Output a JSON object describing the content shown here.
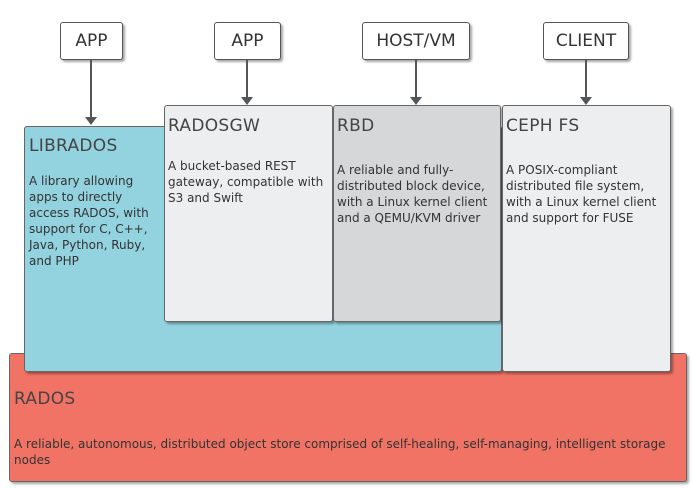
{
  "top_boxes": {
    "app1": "APP",
    "app2": "APP",
    "host": "HOST/VM",
    "client": "CLIENT"
  },
  "librados": {
    "title": "LIBRADOS",
    "desc": "A library allowing apps to directly access RADOS, with support for C, C++, Java, Python, Ruby, and PHP"
  },
  "radosgw": {
    "title": "RADOSGW",
    "desc": "A bucket-based REST gateway, compatible with S3 and Swift"
  },
  "rbd": {
    "title": "RBD",
    "desc": "A reliable and fully-distributed block device, with a Linux kernel client and a QEMU/KVM driver"
  },
  "cephfs": {
    "title": "CEPH FS",
    "desc": "A POSIX-compliant distributed file system, with a Linux kernel client and support for FUSE"
  },
  "rados": {
    "title": "RADOS",
    "desc": "A reliable, autonomous, distributed object store comprised of self-healing, self-managing, intelligent storage nodes"
  },
  "colors": {
    "librados": "#93d2df",
    "radosgw": "#eceef0",
    "rbd": "#d5d7d8",
    "cephfs": "#eceef0",
    "rados": "#f07365"
  }
}
